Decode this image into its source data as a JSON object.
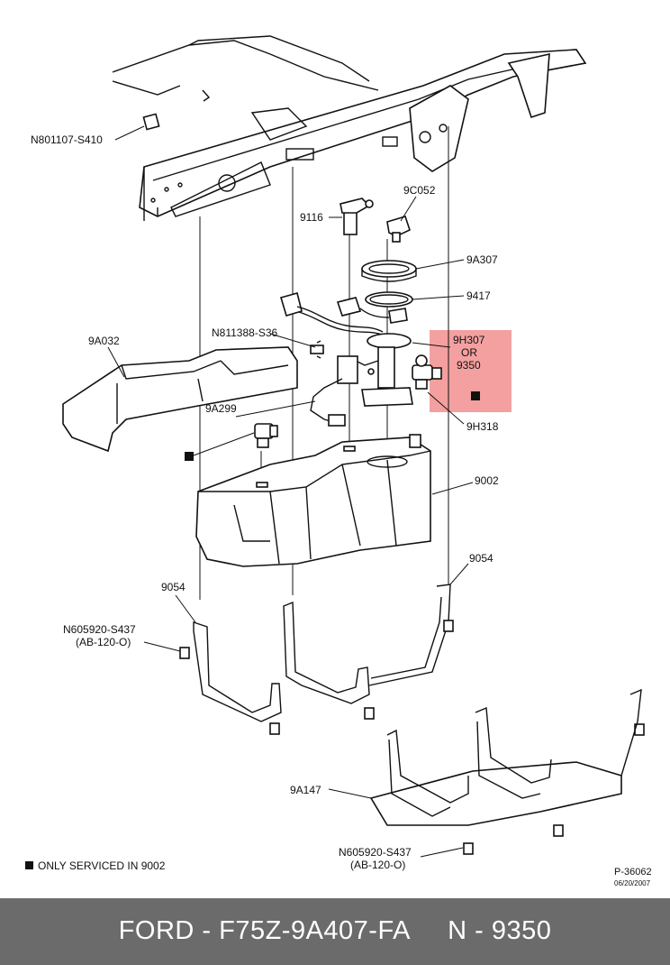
{
  "labels": {
    "n801107": "N801107-S410",
    "p9116": "9116",
    "p9c052": "9C052",
    "p9a307": "9A307",
    "p9417": "9417",
    "n811388": "N811388-S36",
    "p9a032": "9A032",
    "p9h307": "9H307",
    "or": "OR",
    "p9350": "9350",
    "p9a299": "9A299",
    "p9h318": "9H318",
    "p9002": "9002",
    "p9054_left": "9054",
    "p9054_right": "9054",
    "n605920_top": "N605920-S437",
    "ab120_top": "(AB-120-O)",
    "p9a147": "9A147",
    "n605920_bottom": "N605920-S437",
    "ab120_bottom": "(AB-120-O)",
    "note": "ONLY SERVICED IN 9002",
    "ref": "P-36062",
    "date": "06/20/2007"
  },
  "highlight_color": "#f08080",
  "footer": {
    "text": "FORD - F75Z-9A407-FA     N - 9350"
  }
}
